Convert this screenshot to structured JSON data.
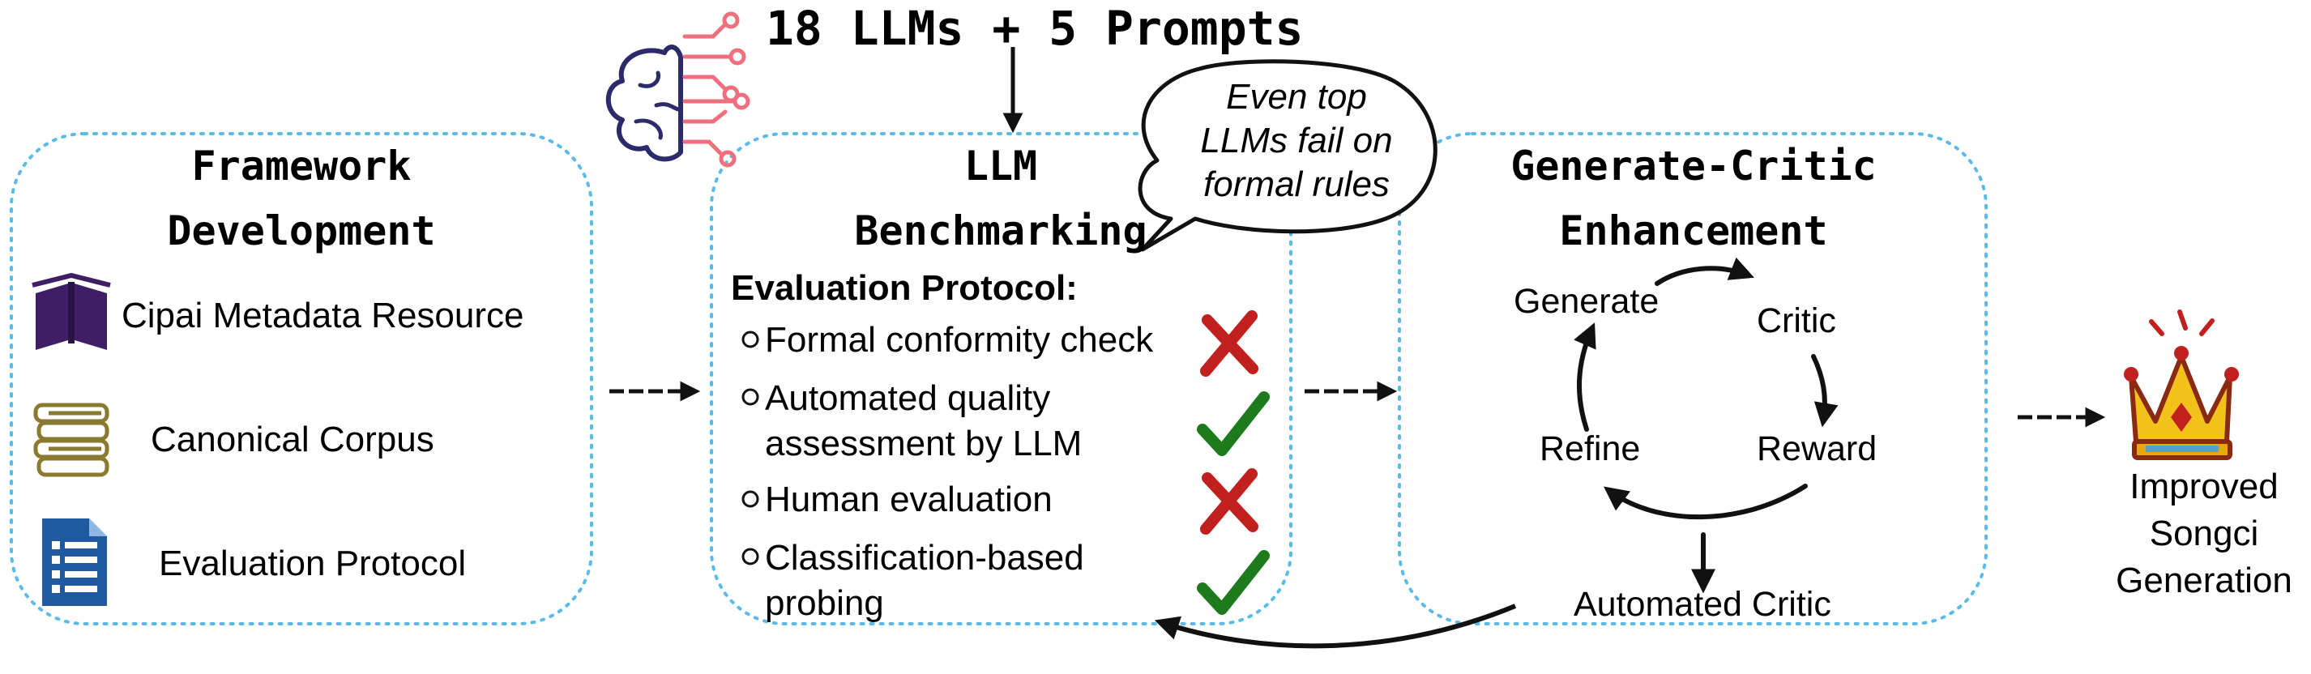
{
  "header": {
    "title": "18 LLMs + 5 Prompts"
  },
  "framework": {
    "title_line1": "Framework",
    "title_line2": "Development",
    "items": [
      {
        "label": "Cipai Metadata Resource",
        "icon": "book-icon"
      },
      {
        "label": "Canonical Corpus",
        "icon": "books-stack-icon"
      },
      {
        "label": "Evaluation Protocol",
        "icon": "document-list-icon"
      }
    ]
  },
  "benchmark": {
    "title_line1": "LLM",
    "title_line2": "Benchmarking",
    "protocol_heading": "Evaluation Protocol:",
    "bubble_lines": [
      "Even top",
      "LLMs fail on",
      "formal rules"
    ],
    "checks": [
      {
        "lines": [
          "Formal conformity check"
        ],
        "result": "fail"
      },
      {
        "lines": [
          "Automated quality",
          "assessment by LLM"
        ],
        "result": "pass"
      },
      {
        "lines": [
          "Human evaluation"
        ],
        "result": "fail"
      },
      {
        "lines": [
          "Classification-based",
          "probing"
        ],
        "result": "pass"
      }
    ]
  },
  "enhancement": {
    "title_line1": "Generate-Critic",
    "title_line2": "Enhancement",
    "cycle": [
      "Generate",
      "Critic",
      "Reward",
      "Refine"
    ],
    "critic_label": "Automated Critic"
  },
  "output": {
    "lines": [
      "Improved",
      "Songci",
      "Generation"
    ],
    "icon": "crown-icon"
  },
  "colors": {
    "box_border": "#5bbbe8",
    "cross": "#c0201e",
    "check": "#1d7a1d",
    "brain": "#2b2a6b",
    "circuit": "#ef6f7c",
    "book": "#3f1e66",
    "books": "#8a7a2f",
    "document": "#1f5aa0",
    "crown_gold": "#f2c21b",
    "crown_outline": "#8b2a12"
  }
}
